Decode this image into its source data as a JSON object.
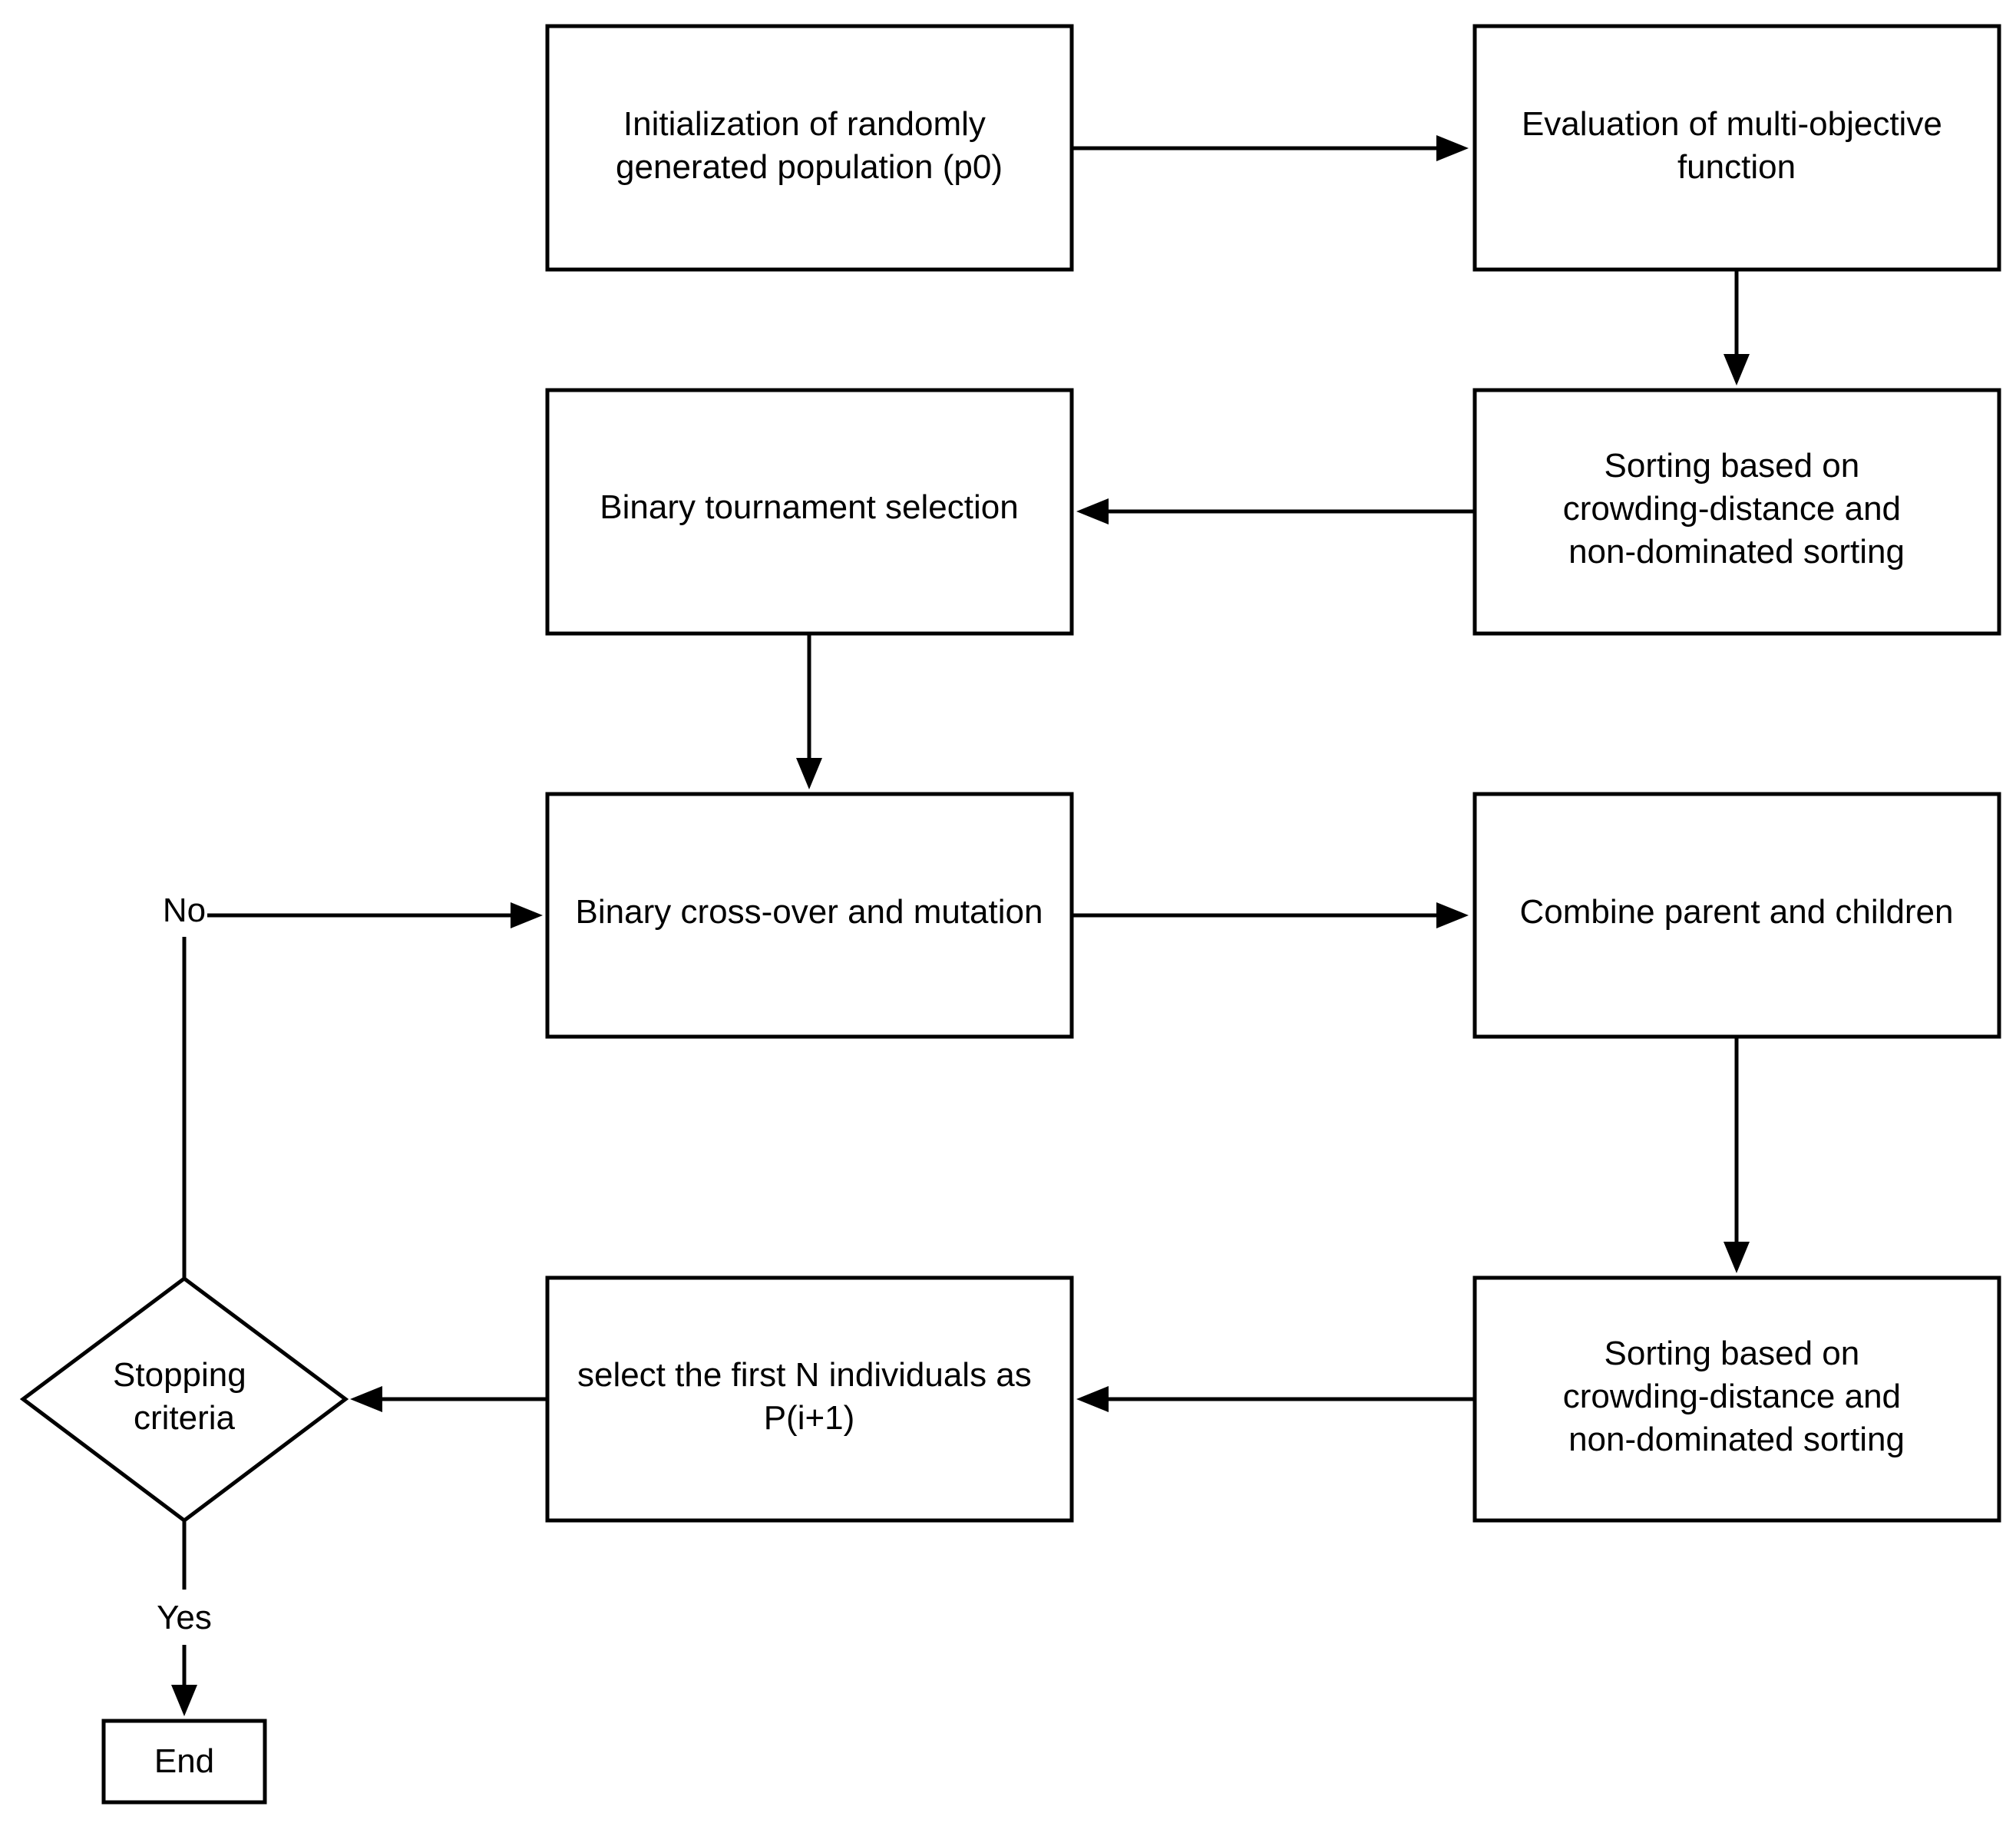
{
  "nodes": {
    "init": {
      "lines": [
        "Initialization of randomly",
        "generated population (p0)"
      ]
    },
    "evaluate": {
      "lines": [
        "Evaluation of multi-objective",
        "function"
      ]
    },
    "sort1": {
      "lines": [
        "Sorting based on",
        "crowding-distance and",
        "non-dominated sorting"
      ]
    },
    "tournament": {
      "lines": [
        "Binary tournament selection"
      ]
    },
    "crossover": {
      "lines": [
        "Binary cross-over and mutation"
      ]
    },
    "combine": {
      "lines": [
        "Combine parent and children"
      ]
    },
    "sort2": {
      "lines": [
        "Sorting based on",
        "crowding-distance and",
        "non-dominated sorting"
      ]
    },
    "select": {
      "lines": [
        "select the first N individuals as",
        "P(i+1)"
      ]
    },
    "decision": {
      "lines": [
        "Stopping",
        "criteria"
      ]
    },
    "end": {
      "lines": [
        "End"
      ]
    }
  },
  "edge_labels": {
    "no": "No",
    "yes": "Yes"
  }
}
